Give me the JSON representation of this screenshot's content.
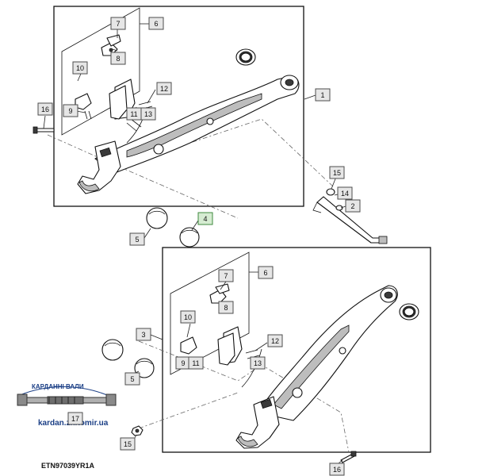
{
  "figure_id": "ETN97039YR1A",
  "watermark": {
    "text": "КАРДАННІ ВАЛИ",
    "url": "kardan.zhitomir.ua"
  },
  "callouts": [
    {
      "label": "6"
    },
    {
      "label": "7"
    },
    {
      "label": "8"
    },
    {
      "label": "10"
    },
    {
      "label": "12"
    },
    {
      "label": "16"
    },
    {
      "label": "9"
    },
    {
      "label": "11"
    },
    {
      "label": "13"
    },
    {
      "label": "1"
    },
    {
      "label": "15"
    },
    {
      "label": "14"
    },
    {
      "label": "2"
    },
    {
      "label": "4"
    },
    {
      "label": "5"
    },
    {
      "label": "6"
    },
    {
      "label": "7"
    },
    {
      "label": "8"
    },
    {
      "label": "10"
    },
    {
      "label": "3"
    },
    {
      "label": "12"
    },
    {
      "label": "9"
    },
    {
      "label": "11"
    },
    {
      "label": "13"
    },
    {
      "label": "5"
    },
    {
      "label": "17"
    },
    {
      "label": "15"
    },
    {
      "label": "16"
    }
  ]
}
